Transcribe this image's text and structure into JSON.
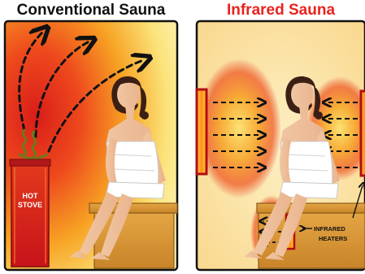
{
  "titles": {
    "conventional": "Conventional Sauna",
    "infrared": "Infrared Sauna"
  },
  "labels": {
    "stove_line1": "HOT",
    "stove_line2": "STOVE",
    "heaters_line1": "INFRARED",
    "heaters_line2": "HEATERS"
  },
  "colors": {
    "heat_red": "#e3261d",
    "heat_orange": "#f59a1c",
    "heat_yellow": "#fbe98e",
    "wood": "#d9973a",
    "panel_border": "#111111",
    "title_red": "#e8231f"
  }
}
